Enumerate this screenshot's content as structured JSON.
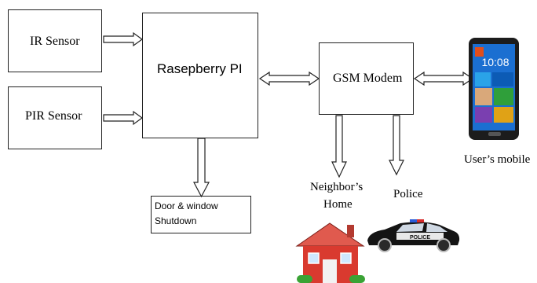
{
  "blocks": {
    "ir_sensor": "IR Sensor",
    "pir_sensor": "PIR Sensor",
    "raspberry_pi": "Rasepberry PI",
    "gsm_modem": "GSM Modem",
    "door_window_line1": "Door & window",
    "door_window_line2": "Shutdown"
  },
  "labels": {
    "users_mobile": "User’s mobile",
    "neighbors_line1": "Neighbor’s",
    "neighbors_line2": "Home",
    "police": "Police"
  },
  "pictures": {
    "phone_time": "10:08",
    "police_car_text": "POLICE"
  },
  "colors": {
    "house_wall": "#d93a2f",
    "house_roof": "#e05a4e",
    "house_door": "#f2f2f2",
    "car_body": "#141414",
    "phone_screen": "#1b6fd1",
    "bush": "#3aa335"
  },
  "icons": [
    "house-icon",
    "police-car-icon",
    "smartphone-icon"
  ]
}
